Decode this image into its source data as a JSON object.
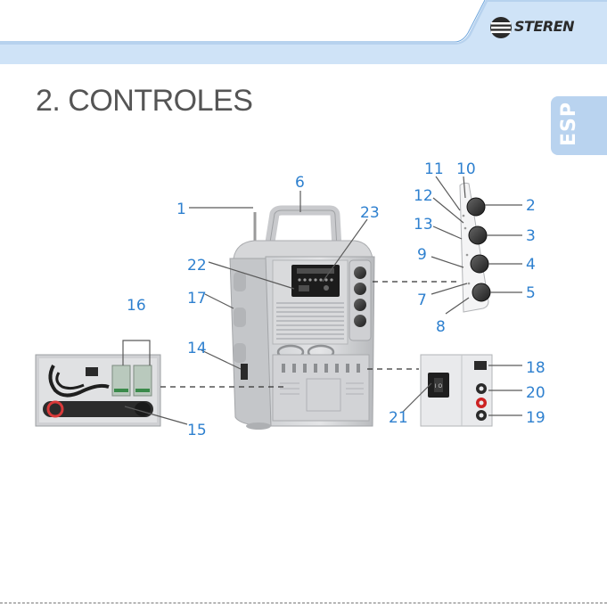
{
  "brand": {
    "name": "STEREN",
    "accent": "#2e80cf",
    "band": "#cfe3f7"
  },
  "page": {
    "title": "2. CONTROLES",
    "language_tab": "ESP"
  },
  "callouts": [
    "1",
    "2",
    "3",
    "4",
    "5",
    "6",
    "7",
    "8",
    "9",
    "10",
    "11",
    "12",
    "13",
    "14",
    "15",
    "16",
    "17",
    "18",
    "19",
    "20",
    "21",
    "22",
    "23"
  ],
  "icons": [
    "steren-logo-icon",
    "power-switch-icon",
    "knob-icon",
    "rca-jack-icon"
  ]
}
